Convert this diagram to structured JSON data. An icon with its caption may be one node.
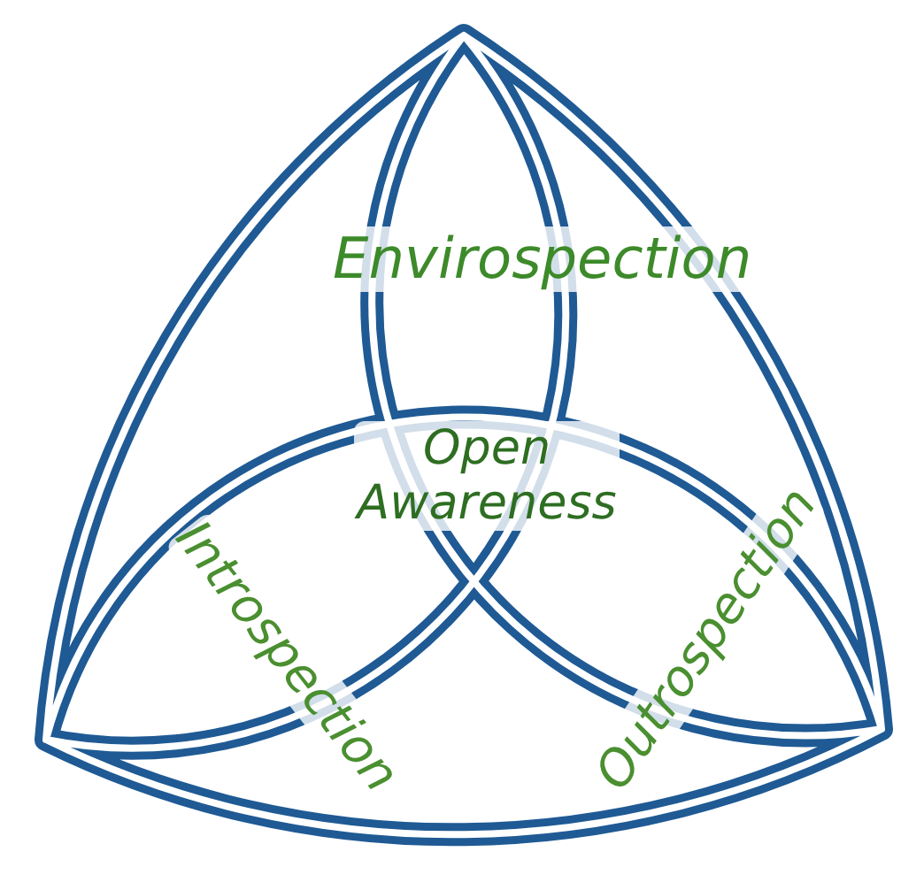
{
  "diagram": {
    "labels": [
      "Envirospection",
      "Open Awareness",
      "Introspection",
      "Outrospection"
    ]
  }
}
